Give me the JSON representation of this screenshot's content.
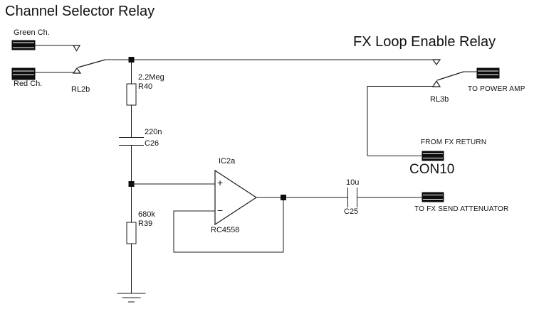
{
  "titles": {
    "channel_selector": "Channel Selector Relay",
    "fx_loop": "FX Loop Enable Relay"
  },
  "connectors": {
    "green_ch": "Green Ch.",
    "red_ch": "Red Ch.",
    "to_power_amp": "TO POWER AMP",
    "from_fx_return": "FROM FX RETURN",
    "con10": "CON10",
    "to_fx_send_attenuator": "TO FX SEND ATTENUATOR"
  },
  "relays": {
    "rl2b": "RL2b",
    "rl3b": "RL3b"
  },
  "components": {
    "r40": {
      "value": "2.2Meg",
      "ref": "R40"
    },
    "r39": {
      "value": "680k",
      "ref": "R39"
    },
    "c26": {
      "value": "220n",
      "ref": "C26"
    },
    "c25": {
      "value": "10u",
      "ref": "C25"
    },
    "ic2a": {
      "ref": "IC2a",
      "part": "RC4558",
      "noninverting": "+",
      "inverting": "−"
    }
  },
  "colors": {
    "line": "#1b1b1b",
    "background": "#ffffff",
    "connector_fill": "#0d0d0d"
  }
}
